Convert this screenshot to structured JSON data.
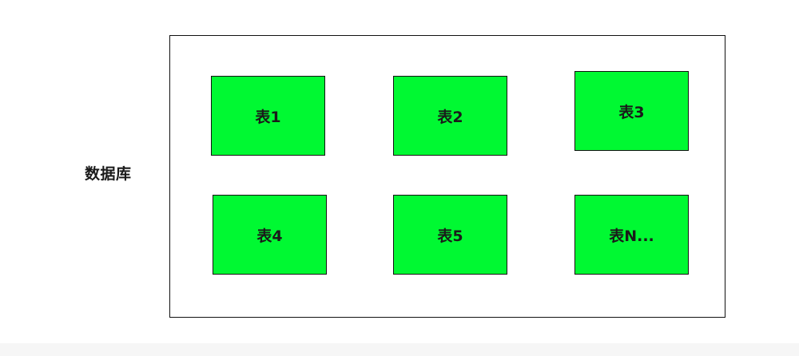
{
  "diagram": {
    "database_label": "数据库",
    "table_fill_color": "#00f932",
    "tables": [
      {
        "label": "表1"
      },
      {
        "label": "表2"
      },
      {
        "label": "表3"
      },
      {
        "label": "表4"
      },
      {
        "label": "表5"
      },
      {
        "label": "表N..."
      }
    ]
  }
}
